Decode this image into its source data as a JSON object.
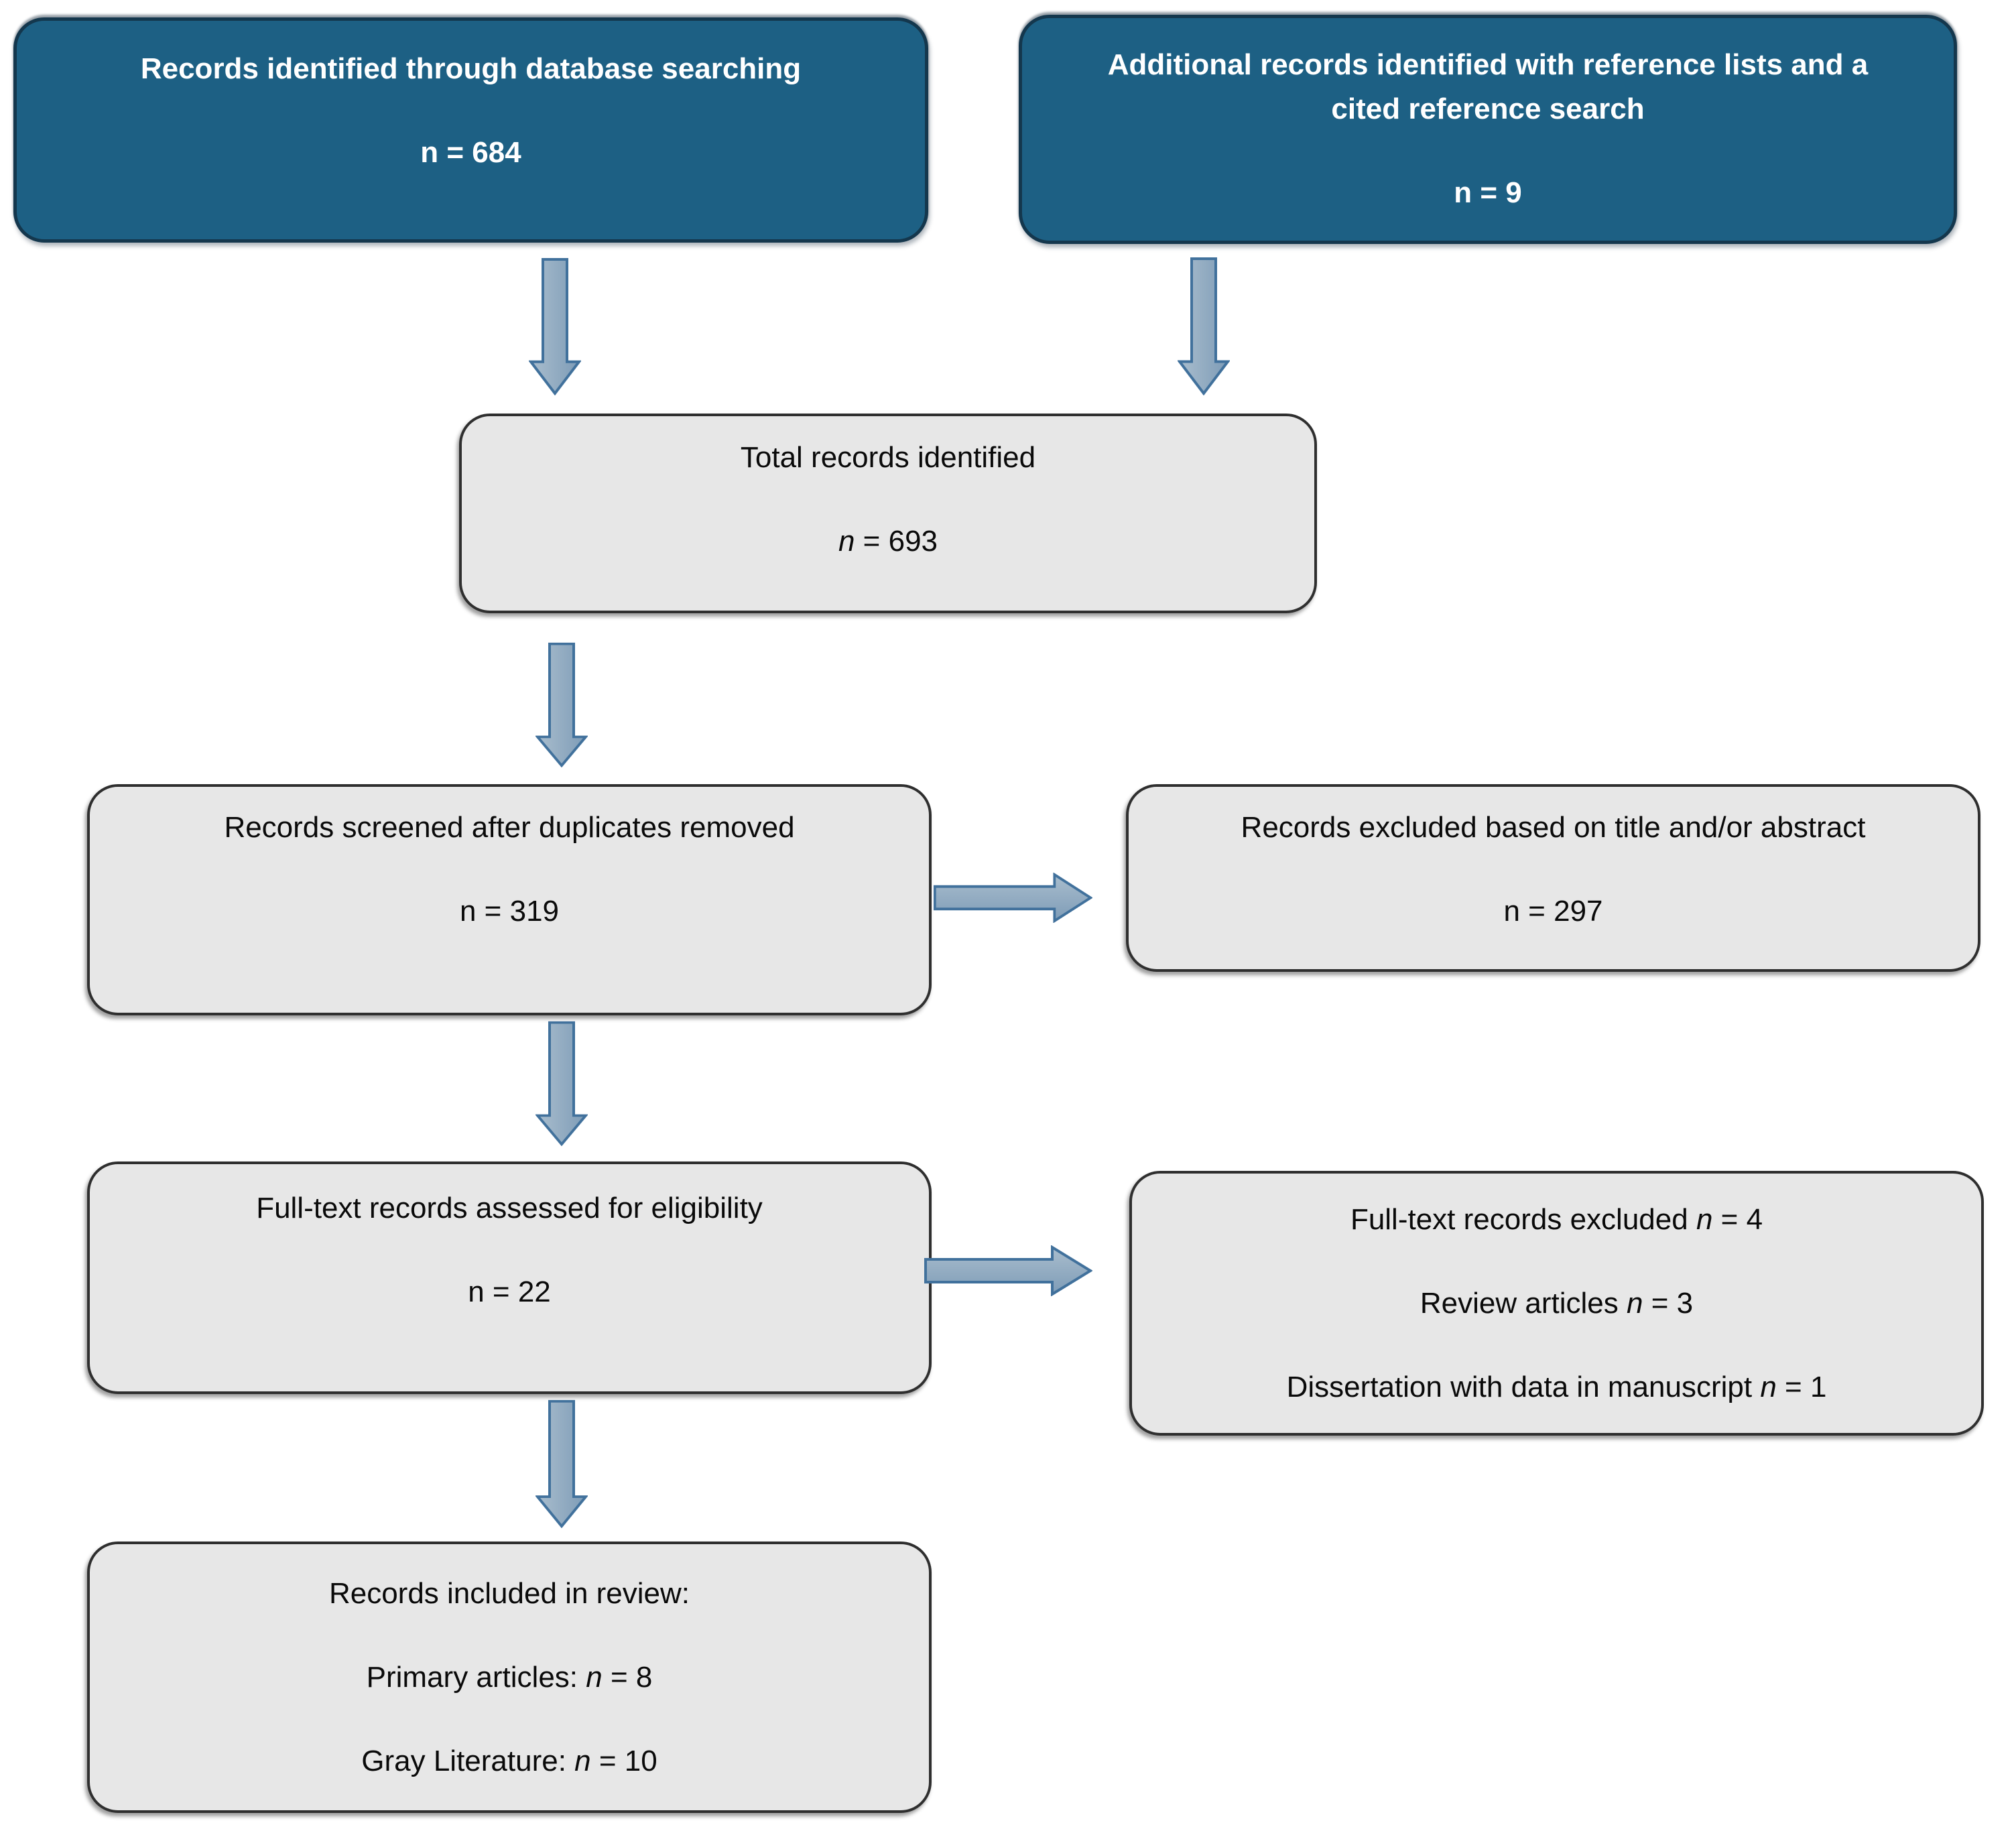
{
  "diagram": {
    "kind": "prisma-flow-diagram",
    "boxes": {
      "records_identified": {
        "label": "Records identified through database searching",
        "count": "n = 684"
      },
      "additional_records": {
        "label_lines": [
          "Additional records identified with reference lists and a",
          "cited reference search"
        ],
        "count": "n = 9"
      },
      "total_records": {
        "label": "Total records identified",
        "count_n": "n",
        "count_rest": " = 693"
      },
      "records_screened": {
        "label": "Records screened after duplicates removed",
        "count": "n = 319"
      },
      "records_excluded": {
        "label": "Records excluded based on title and/or abstract",
        "count": "n = 297"
      },
      "fulltext_assessed": {
        "label": "Full-text records assessed for eligibility",
        "count": "n = 22"
      },
      "fulltext_excluded": {
        "lines": [
          {
            "prefix": "Full-text records excluded ",
            "n": "n",
            "rest": " = 4"
          },
          {
            "prefix": "Review articles ",
            "n": "n",
            "rest": " = 3"
          },
          {
            "prefix": "Dissertation with data in manuscript ",
            "n": "n",
            "rest": " = 1"
          }
        ]
      },
      "records_included": {
        "lines": [
          {
            "prefix": "Records included in review:",
            "n": "",
            "rest": ""
          },
          {
            "prefix": "Primary articles: ",
            "n": "n",
            "rest": " = 8"
          },
          {
            "prefix": "Gray Literature: ",
            "n": "n",
            "rest": " = 10"
          }
        ]
      }
    },
    "arrows": [
      "database-to-total",
      "additional-to-total",
      "total-to-screened",
      "screened-to-excluded-title-abstract",
      "screened-to-fulltext-assessed",
      "fulltext-to-fulltext-excluded",
      "fulltext-to-records-included"
    ],
    "colors": {
      "box_dark_fill": "#1d6084",
      "box_dark_border": "#14374d",
      "box_dark_text": "#ffffff",
      "box_light_fill": "#e7e7e7",
      "box_light_border": "#2f2f2f",
      "box_light_text": "#0a0a0a",
      "arrow_fill_light": "#a9bdcd",
      "arrow_fill_dark": "#7e9cb7",
      "arrow_stroke": "#41719c",
      "background": "#ffffff"
    }
  }
}
